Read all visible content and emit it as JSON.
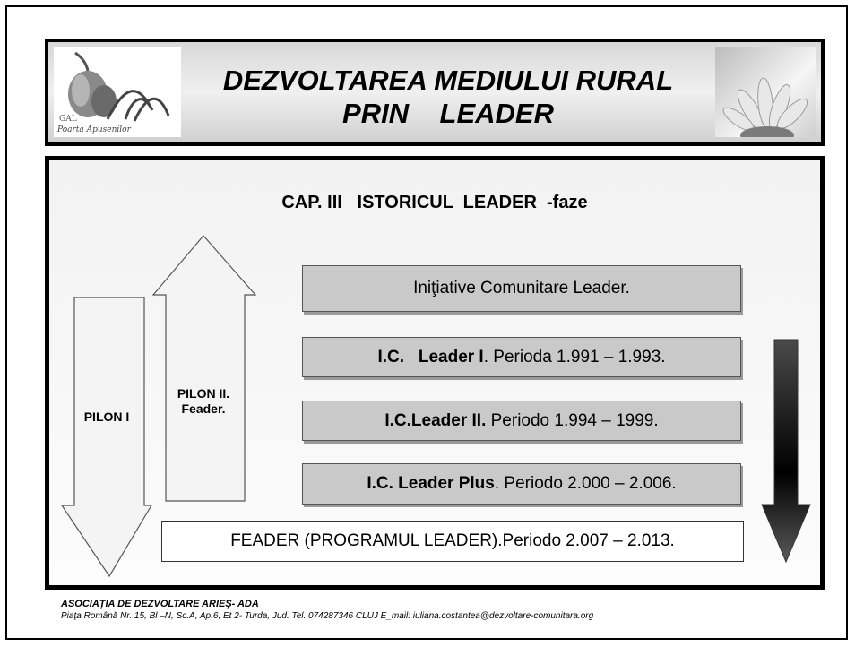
{
  "header": {
    "title_line1": "DEZVOLTAREA MEDIULUI RURAL",
    "title_line2": "PRIN    LEADER",
    "logo_text_1": "GAL",
    "logo_text_2": "Poarta Apusenilor"
  },
  "content": {
    "cap_title": "CAP. III   ISTORICUL  LEADER  -faze",
    "pilon1": "PILON I",
    "pilon2_line1": "PILON II.",
    "pilon2_line2": "Feader.",
    "box1": "Iniţiative Comunitare Leader.",
    "box2_bold": "I.C.   Leader I",
    "box2_rest": ". Perioda 1.991 – 1.993.",
    "box3_bold": "I.C.Leader II.",
    "box3_rest": " Periodo 1.994 – 1999.",
    "box4_bold": "I.C. Leader Plus",
    "box4_rest": ". Periodo 2.000 – 2.006.",
    "box5": "FEADER (PROGRAMUL LEADER).Periodo 2.007 – 2.013."
  },
  "footer": {
    "line1": "ASOCIAŢIA  DE  DEZVOLTARE  ARIEŞ- ADA",
    "line2": "Piaţa Română Nr. 15, Bl –N, Sc.A, Ap.6, Et 2- Turda, Jud. Tel. 074287346  CLUJ E_mail: iuliana.costantea@dezvoltare-comunitara.org"
  },
  "colors": {
    "box_gray": "#c9c9c9",
    "arrow_light": "#f4f4f4",
    "arrow_dark": "#4a4a4a"
  }
}
